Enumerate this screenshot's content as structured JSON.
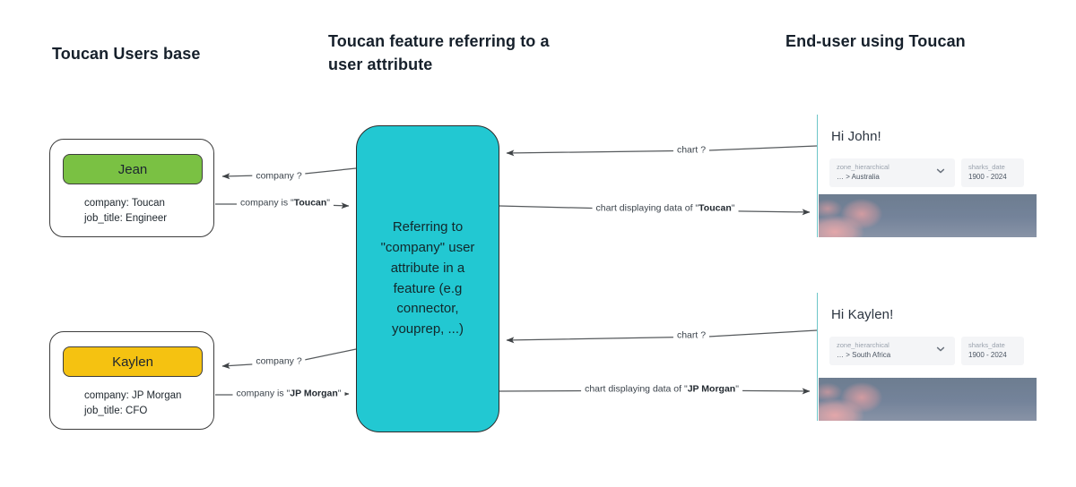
{
  "headings": {
    "users": "Toucan Users base",
    "feature": "Toucan feature referring to a user attribute",
    "enduser": "End-user using Toucan"
  },
  "users": [
    {
      "name": "Jean",
      "pill_color": "#7ac143",
      "company_line": "company: Toucan",
      "job_title_line": "job_title: Engineer"
    },
    {
      "name": "Kaylen",
      "pill_color": "#f5c211",
      "company_line": "company: JP Morgan",
      "job_title_line": "job_title: CFO"
    }
  ],
  "feature_box": {
    "text": "Referring to \"company\" user attribute in a feature (e.g connector, youprep, ...)",
    "color": "#22c8d2"
  },
  "dashboards": [
    {
      "greeting": "Hi John!",
      "filters": [
        {
          "label": "zone_hierarchical",
          "value": "… > Australia",
          "has_chevron": true
        },
        {
          "label": "sharks_date",
          "value": "1900 - 2024",
          "has_chevron": false
        }
      ]
    },
    {
      "greeting": "Hi Kaylen!",
      "filters": [
        {
          "label": "zone_hierarchical",
          "value": "… > South Africa",
          "has_chevron": true
        },
        {
          "label": "sharks_date",
          "value": "1900 - 2024",
          "has_chevron": false
        }
      ]
    }
  ],
  "edges": {
    "jean_query": "company ?",
    "jean_answer_pre": "company is \"",
    "jean_answer_strong": "Toucan",
    "jean_answer_post": "\"",
    "kaylen_query": "company ?",
    "kaylen_answer_pre": "company is \"",
    "kaylen_answer_strong": "JP Morgan",
    "kaylen_answer_post": "\"",
    "chart_query_top": "chart ?",
    "chart_query_bottom": "chart ?",
    "chart_answer_top_pre": "chart displaying data of \"",
    "chart_answer_top_strong": "Toucan",
    "chart_answer_top_post": "\"",
    "chart_answer_bottom_pre": "chart displaying data of \"",
    "chart_answer_bottom_strong": "JP Morgan",
    "chart_answer_bottom_post": "\""
  }
}
